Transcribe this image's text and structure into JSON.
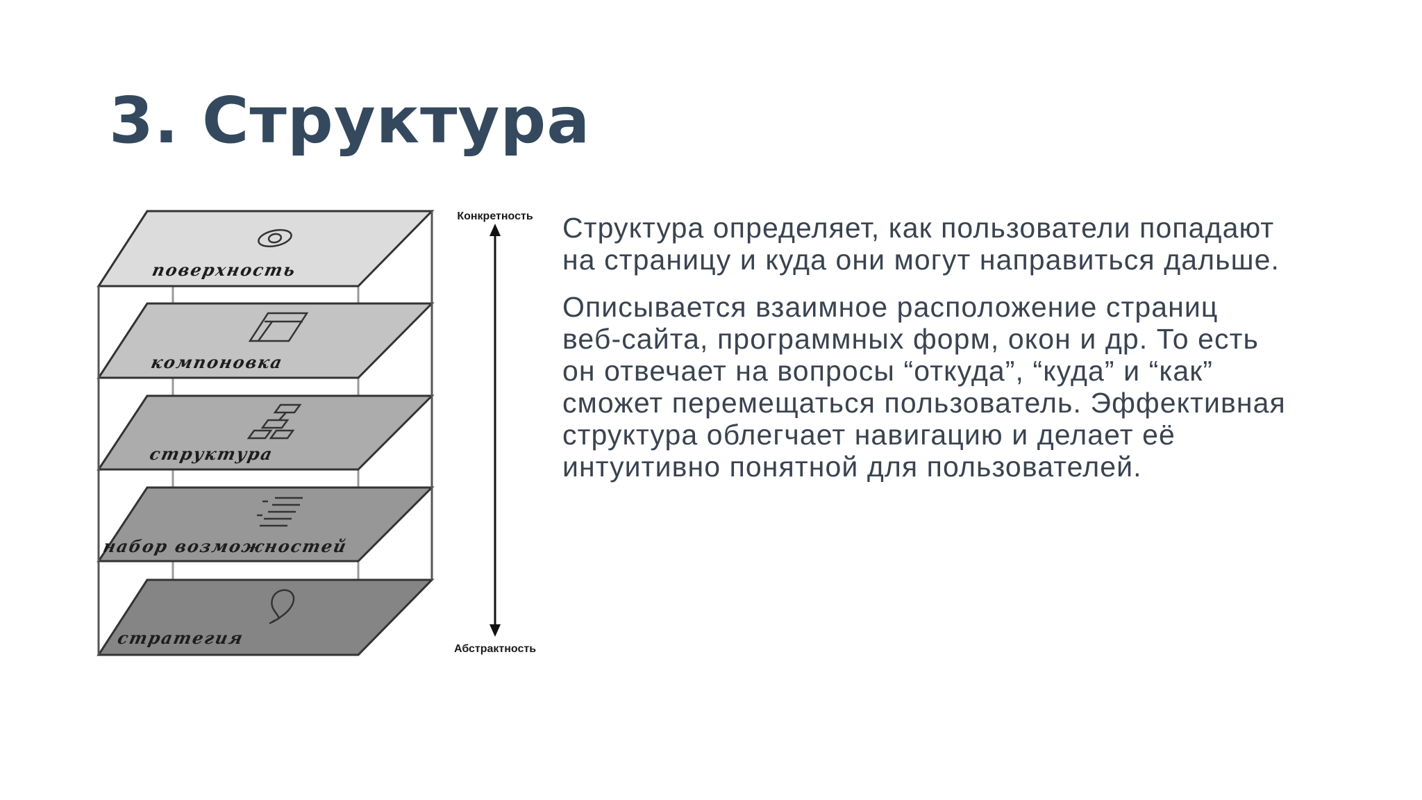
{
  "slide": {
    "title": "3. Структура",
    "paragraphs": [
      "Структура определяет, как пользователи попадают\nна страницу и куда они могут направиться дальше.",
      "Описывается взаимное расположение страниц\nвеб-сайта, программных форм, окон и др. То есть\nон отвечает на вопросы “откуда”, “куда” и “как”\nсможет перемещаться пользователь. Эффективная\nструктура облегчает навигацию и делает её\nинтуитивно понятной для пользователей."
    ]
  },
  "diagram": {
    "axis": {
      "top_label": "Конкретность",
      "bottom_label": "Абстрактность"
    },
    "layers": [
      {
        "label": "поверхность",
        "icon": "eye-icon",
        "fill": "#dcdcdc"
      },
      {
        "label": "компоновка",
        "icon": "layout-icon",
        "fill": "#c3c3c3"
      },
      {
        "label": "структура",
        "icon": "flowchart-icon",
        "fill": "#acacac"
      },
      {
        "label": "набор возможностей",
        "icon": "list-icon",
        "fill": "#979797"
      },
      {
        "label": "стратегия",
        "icon": "lightbulb-icon",
        "fill": "#858585"
      }
    ]
  }
}
